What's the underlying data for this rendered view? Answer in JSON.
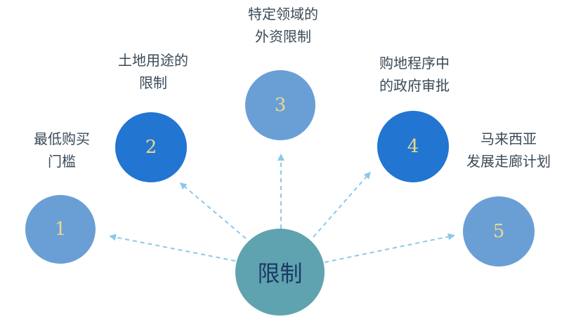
{
  "center": {
    "text": "限制"
  },
  "nodes": [
    {
      "number": "1",
      "label_line1": "最低购买",
      "label_line2": "门槛"
    },
    {
      "number": "2",
      "label_line1": "土地用途的",
      "label_line2": "限制"
    },
    {
      "number": "3",
      "label_line1": "特定领域的",
      "label_line2": "外资限制"
    },
    {
      "number": "4",
      "label_line1": "购地程序中",
      "label_line2": "的政府审批"
    },
    {
      "number": "5",
      "label_line1": "马来西亚",
      "label_line2": "发展走廊计划"
    }
  ],
  "colors": {
    "center": "#5fa3b0",
    "node_light": "#6a9fd6",
    "node_dark": "#2275d1",
    "arrow": "#8cc8ea",
    "number_text": "#e9d98a"
  }
}
